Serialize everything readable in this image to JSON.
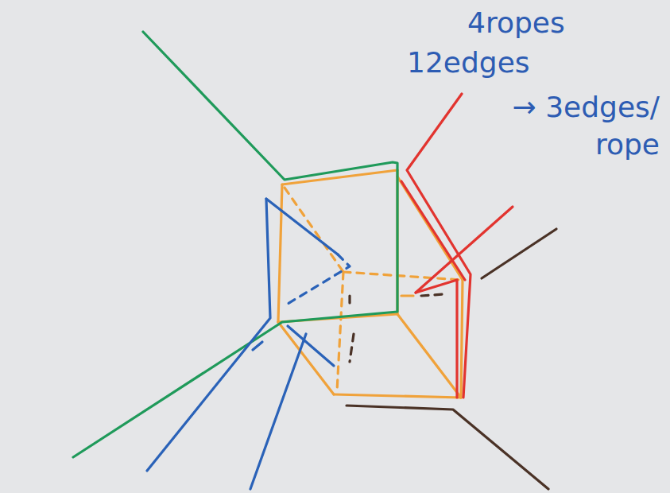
{
  "diagram": {
    "labels": [
      "4ropes",
      "12edges",
      "→ 3edges/ rope"
    ]
  }
}
